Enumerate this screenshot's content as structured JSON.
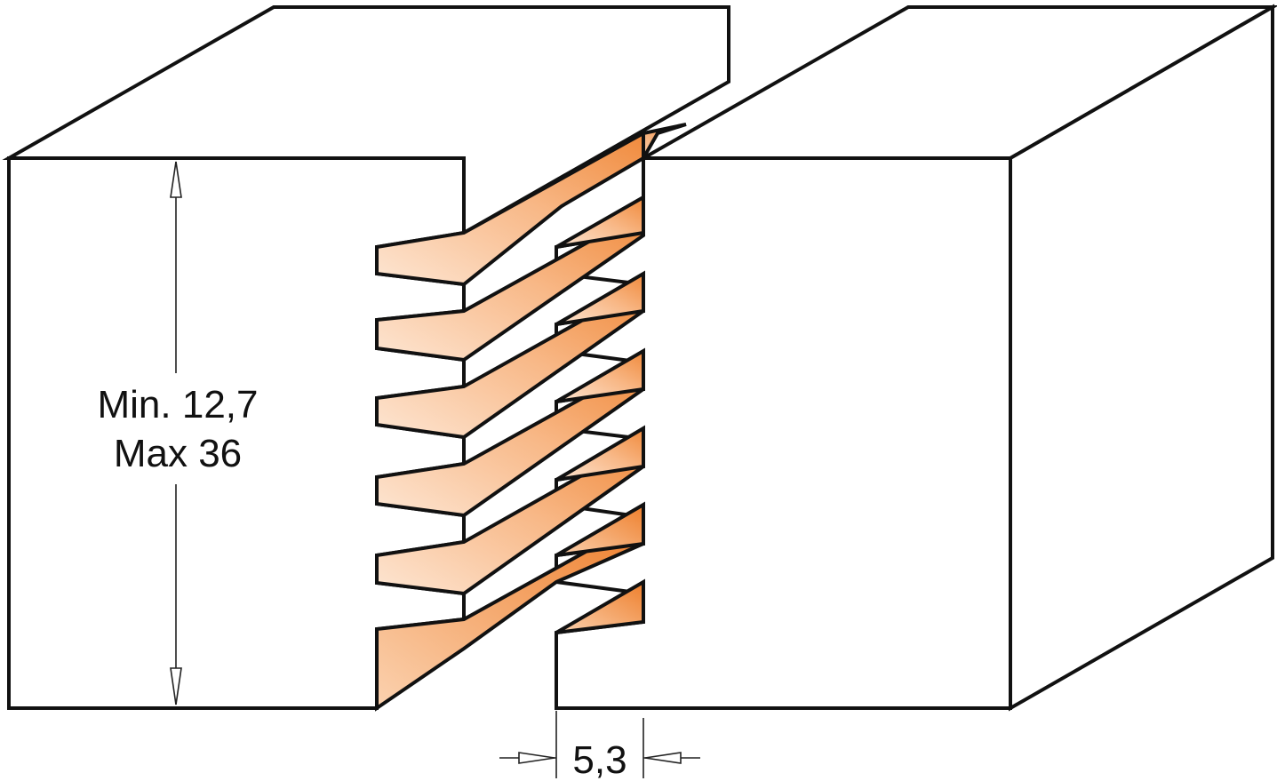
{
  "diagram": {
    "height_label_line1": "Min. 12,7",
    "height_label_line2": "Max 36",
    "gap_label": "5,3"
  },
  "colors": {
    "wood_fill": "#ffffff",
    "outline": "#111111",
    "finger_dark": "#f0883a",
    "finger_light": "#fde2cc"
  }
}
